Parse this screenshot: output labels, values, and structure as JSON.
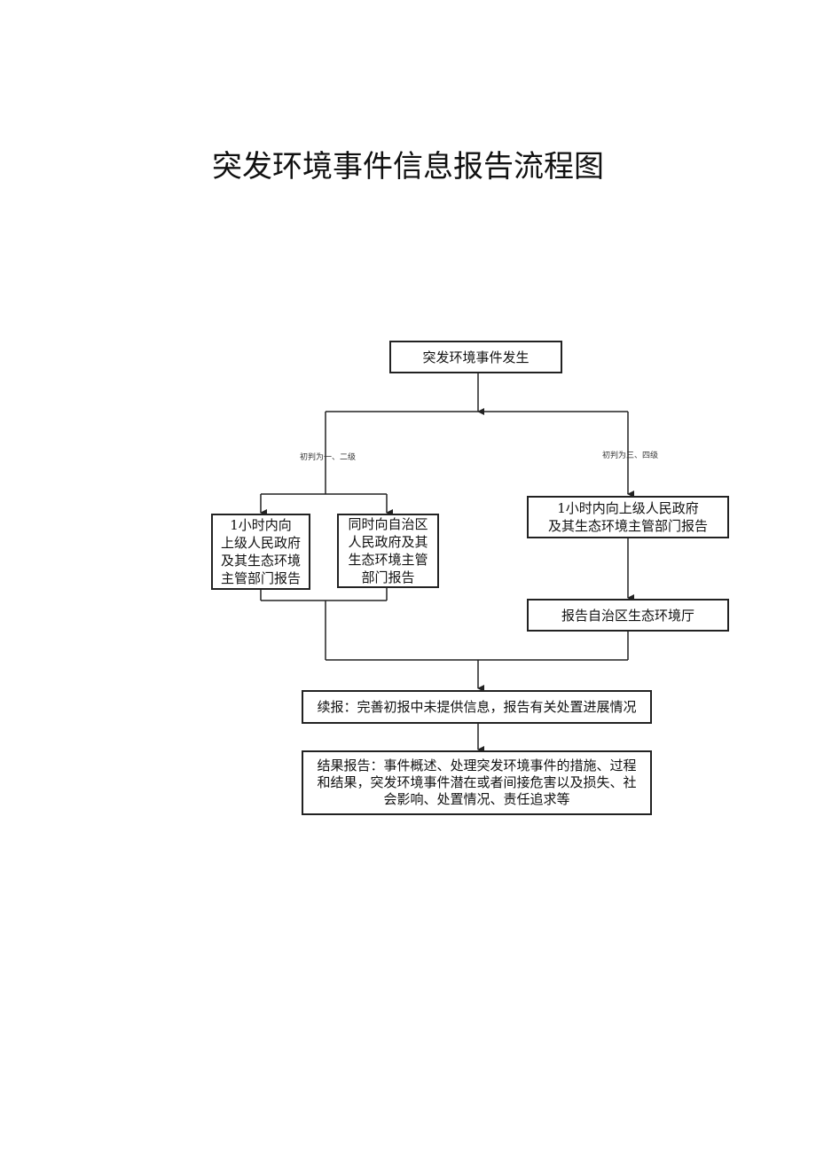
{
  "title": "突发环境事件信息报告流程图",
  "nodes": {
    "start": "突发环境事件发生",
    "left_a": "1小时内向\n上级人民政府\n及其生态环境\n主管部门报告",
    "left_b": "同时向自治区\n人民政府及其\n生态环境主管\n部门报告",
    "right_a": "1小时内向上级人民政府\n及其生态环境主管部门报告",
    "right_b": "报告自治区生态环境厅",
    "follow_up": "续报：完善初报中未提供信息，报告有关处置进展情况",
    "final": "结果报告：事件概述、处理突发环境事件的措施、过程\n和结果，突发环境事件潜在或者间接危害以及损失、社\n会影响、处置情况、责任追求等"
  },
  "branches": {
    "left": "初判为一、二级",
    "right": "初判为三、四级"
  }
}
